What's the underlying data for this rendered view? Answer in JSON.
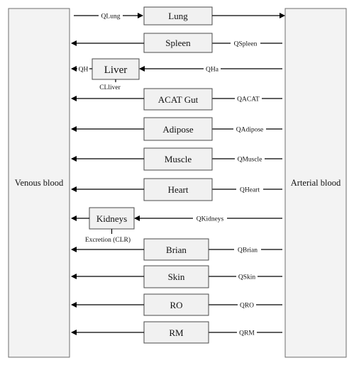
{
  "venous_label": "Venous blood",
  "arterial_label": "Arterial blood",
  "organs": {
    "lung": "Lung",
    "spleen": "Spleen",
    "liver": "Liver",
    "acat_gut": "ACAT Gut",
    "adipose": "Adipose",
    "muscle": "Muscle",
    "heart": "Heart",
    "kidneys": "Kidneys",
    "brian": "Brian",
    "skin": "Skin",
    "ro": "RO",
    "rm": "RM"
  },
  "flows": {
    "qlung": "QLung",
    "qspleen": "QSpleen",
    "qh": "QH",
    "qha": "QHa",
    "acat": "QACAT",
    "qadipose": "QAdipose",
    "qmuscle": "QMuscle",
    "qheart": "QHeart",
    "qkidneys": "QKidneys",
    "qbrian": "QBrian",
    "qskin": "QSkin",
    "qro": "QRO",
    "qrm": "QRM"
  },
  "clearance": {
    "liver": "CLliver",
    "kidneys": "Excretion (CLR)"
  }
}
